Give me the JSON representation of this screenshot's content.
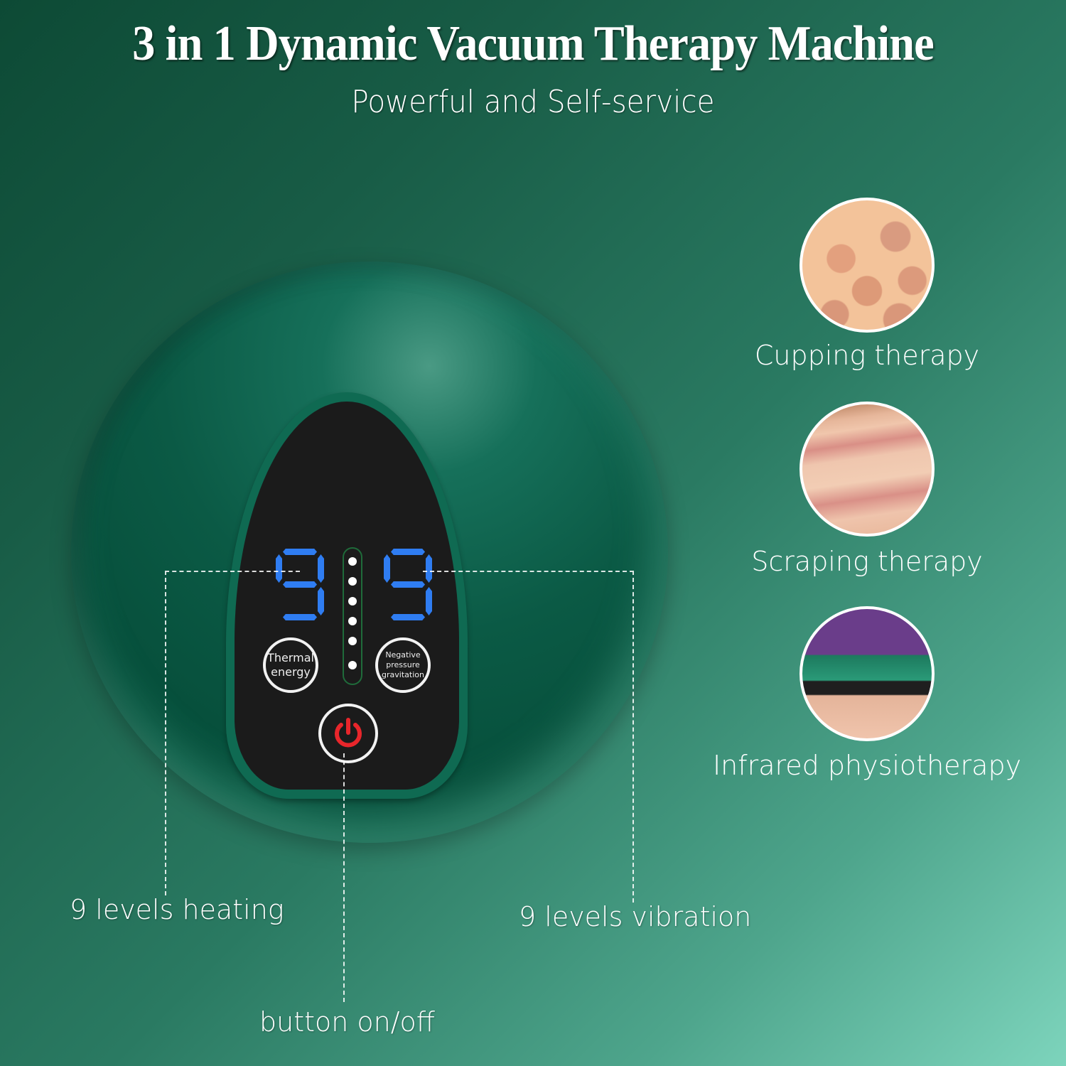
{
  "header": {
    "title": "3 in 1 Dynamic Vacuum Therapy Machine",
    "subtitle": "Powerful and Self-service"
  },
  "device": {
    "left_display": "9",
    "right_display": "9",
    "indicator_dots": 6,
    "thermal_button": {
      "line1": "Thermal",
      "line2": "energy"
    },
    "negative_button": {
      "line1": "Negative",
      "line2": "pressure",
      "line3": "gravitation"
    },
    "power_button_icon": "power-icon",
    "colors": {
      "display_blue": "#2f7df2",
      "power_red": "#e8262b",
      "panel_black": "#1b1b1b",
      "body_green": "#0b5a45"
    }
  },
  "callouts": {
    "heating": "9 levels heating",
    "vibration": "9 levels vibration",
    "power": "button on/off"
  },
  "features": [
    {
      "label": "Cupping therapy",
      "image": "cupping-skin-marks"
    },
    {
      "label": "Scraping therapy",
      "image": "scraping-skin-marks"
    },
    {
      "label": "Infrared physiotherapy",
      "image": "device-on-skin"
    }
  ]
}
